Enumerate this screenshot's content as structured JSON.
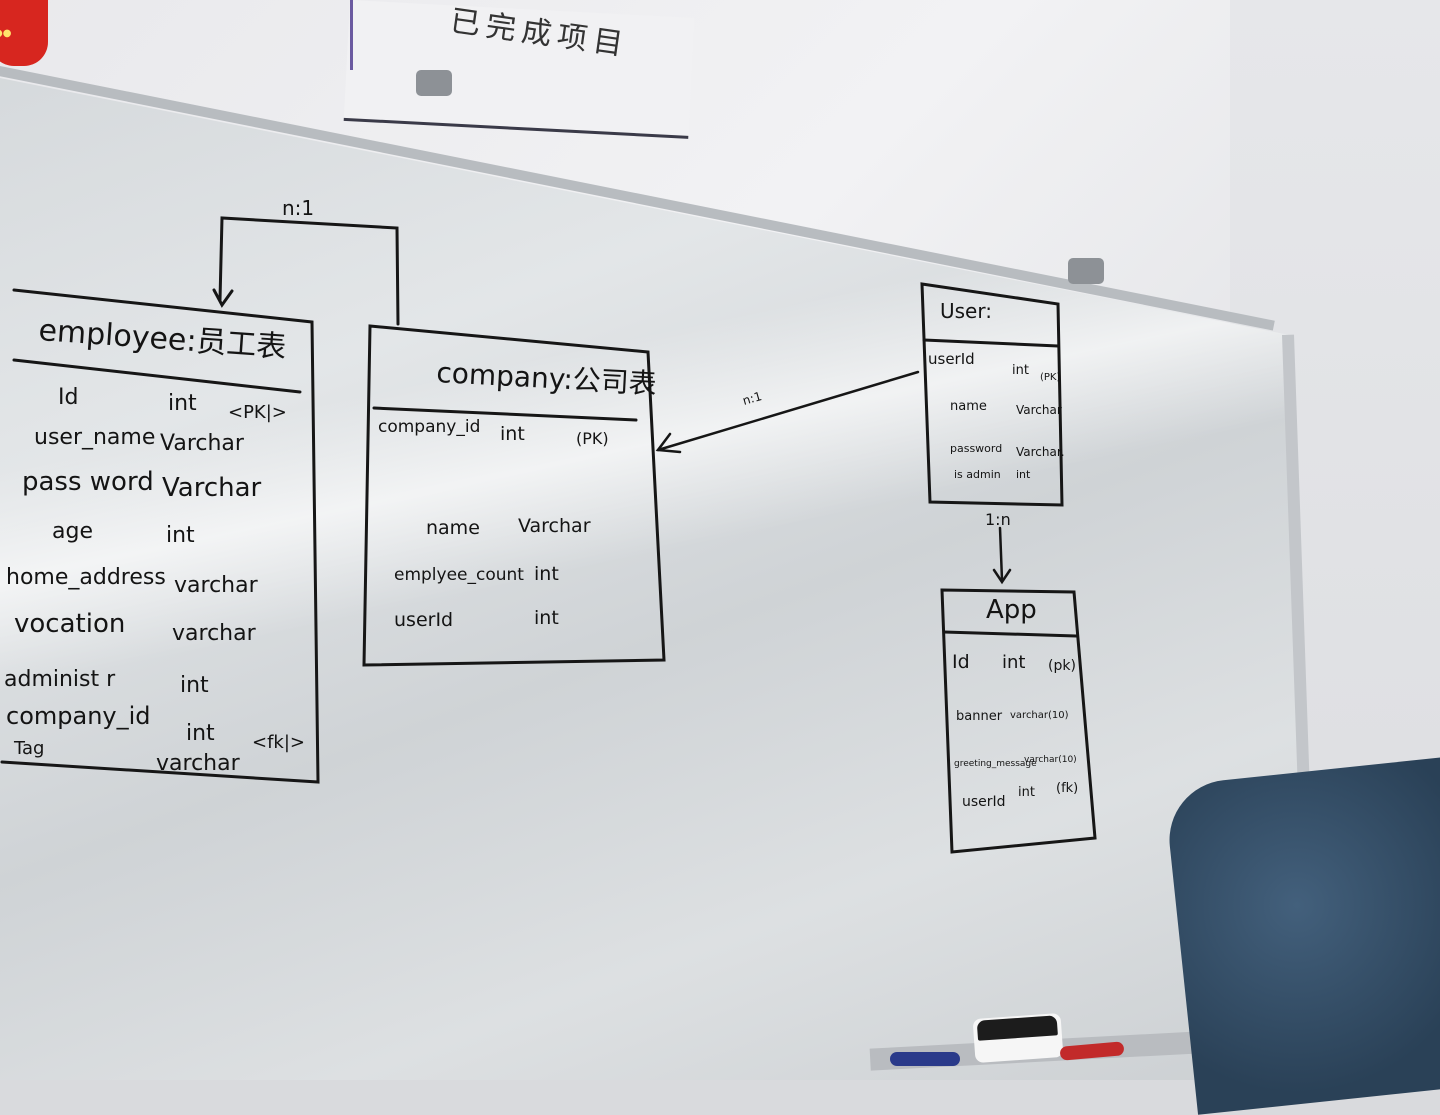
{
  "sign": {
    "text": "已完成项目"
  },
  "relations": {
    "employee_company": "n:1",
    "user_company": "n:1",
    "user_app": "1:n"
  },
  "tables": {
    "employee": {
      "title": "employee:员工表",
      "rows": [
        {
          "name": "Id",
          "type": "int",
          "key": "<PK|>"
        },
        {
          "name": "user_name",
          "type": "Varchar",
          "key": ""
        },
        {
          "name": "pass word",
          "type": "Varchar",
          "key": ""
        },
        {
          "name": "age",
          "type": "int",
          "key": ""
        },
        {
          "name": "home_address",
          "type": "varchar",
          "key": ""
        },
        {
          "name": "vocation",
          "type": "varchar",
          "key": ""
        },
        {
          "name": "administ r",
          "type": "int",
          "key": ""
        },
        {
          "name": "company_id",
          "type": "int",
          "key": "<fk|>"
        },
        {
          "name": "Tag",
          "type": "varchar",
          "key": ""
        }
      ]
    },
    "company": {
      "title": "company:公司表",
      "rows": [
        {
          "name": "company_id",
          "type": "int",
          "key": "(PK)"
        },
        {
          "name": "name",
          "type": "Varchar",
          "key": ""
        },
        {
          "name": "emplyee_count",
          "type": "int",
          "key": ""
        },
        {
          "name": "userId",
          "type": "int",
          "key": ""
        }
      ]
    },
    "user": {
      "title": "User:",
      "rows": [
        {
          "name": "userId",
          "type": "int",
          "key": "(PK)"
        },
        {
          "name": "name",
          "type": "Varchar",
          "key": ""
        },
        {
          "name": "password",
          "type": "Varchar.",
          "key": ""
        },
        {
          "name": "is admin",
          "type": "int",
          "key": ""
        }
      ]
    },
    "app": {
      "title": "App",
      "rows": [
        {
          "name": "Id",
          "type": "int",
          "key": "(pk)"
        },
        {
          "name": "banner",
          "type": "varchar(10)",
          "key": ""
        },
        {
          "name": "greeting_message",
          "type": "varchar(10)",
          "key": ""
        },
        {
          "name": "userId",
          "type": "int",
          "key": "(fk)"
        }
      ]
    }
  }
}
